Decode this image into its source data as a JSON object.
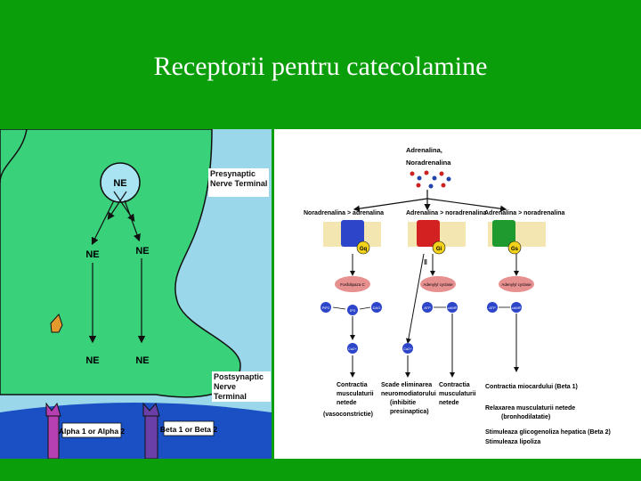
{
  "slide": {
    "title": "Receptorii pentru catecolamine"
  },
  "left_diagram": {
    "vesicle_label": "NE",
    "ne_upper_left": "NE",
    "ne_upper_right": "NE",
    "ne_lower_left": "NE",
    "ne_lower_right": "NE",
    "presynaptic_label": "Presynaptic Nerve Terminal",
    "postsynaptic_label": "Postsynaptic Nerve Terminal",
    "receptor_alpha": "Alpha 1 or Alpha 2",
    "receptor_beta": "Beta 1 or Beta 2"
  },
  "right_diagram": {
    "top_label_1": "Adrenalina,",
    "top_label_2": "Noradrenalina",
    "col1_header": "Noradrenalina > adrenalina",
    "col2_header": "Adrenalina > noradrenalina",
    "col3_header": "Adrenalina > noradrenalina",
    "gq": "Gq",
    "gi": "Gi",
    "gs": "Gs",
    "enzyme1": "Fosfolipaza C",
    "enzyme2": "Adenylyl cyclase",
    "enzyme3": "Adenylyl cyclase",
    "pip2": "PIP2",
    "ip3": "IP3",
    "dag": "DAG",
    "ca1": "Ca2+",
    "ca2": "Ca2+",
    "atp1": "ATP",
    "camp1": "cAMP",
    "atp2": "ATP",
    "camp2": "cAMP",
    "effect1": [
      "Contractia",
      "musculaturii",
      "netede",
      "(vasoconstrictie)"
    ],
    "effect2": [
      "Scade eliminarea",
      "neuromodiatorului",
      "(inhibitie",
      "presinaptica)"
    ],
    "effect3": [
      "Contractia",
      "musculaturii",
      "netede"
    ],
    "effect4": "Contractia miocardului (Beta 1)",
    "effect5": [
      "Relaxarea musculaturii netede",
      "(bronhodilatatie)"
    ],
    "effect6": "Stimuleaza glicogenoliza hepatica (Beta 2)",
    "effect7": "Stimuleaza lipoliza"
  }
}
